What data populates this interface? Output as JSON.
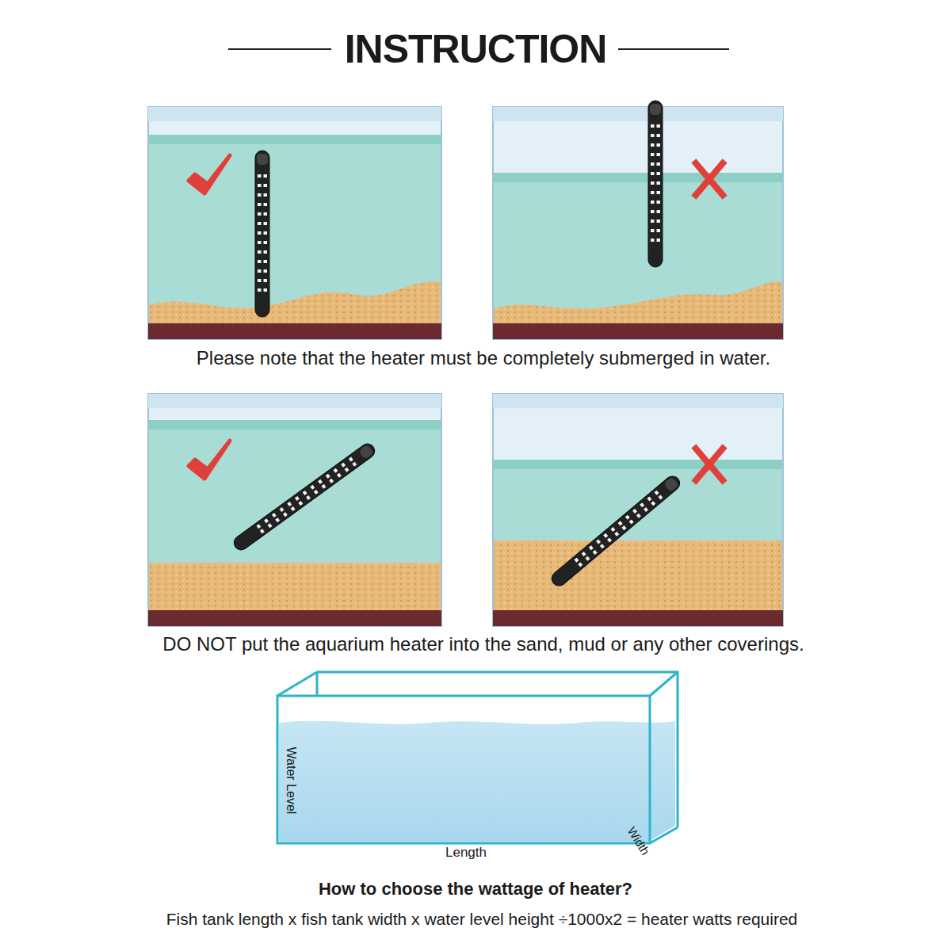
{
  "diagram": {
    "title": "INSTRUCTION",
    "labels": [
      "Please note that the heater must be completely submerged in water.",
      "DO NOT put the aquarium heater into the sand, mud or any other coverings.",
      "Water Level",
      "Length",
      "Width",
      "How to choose the wattage of heater?",
      "Fish tank length x fish tank width x water level height ÷1000x2 = heater watts required"
    ]
  }
}
